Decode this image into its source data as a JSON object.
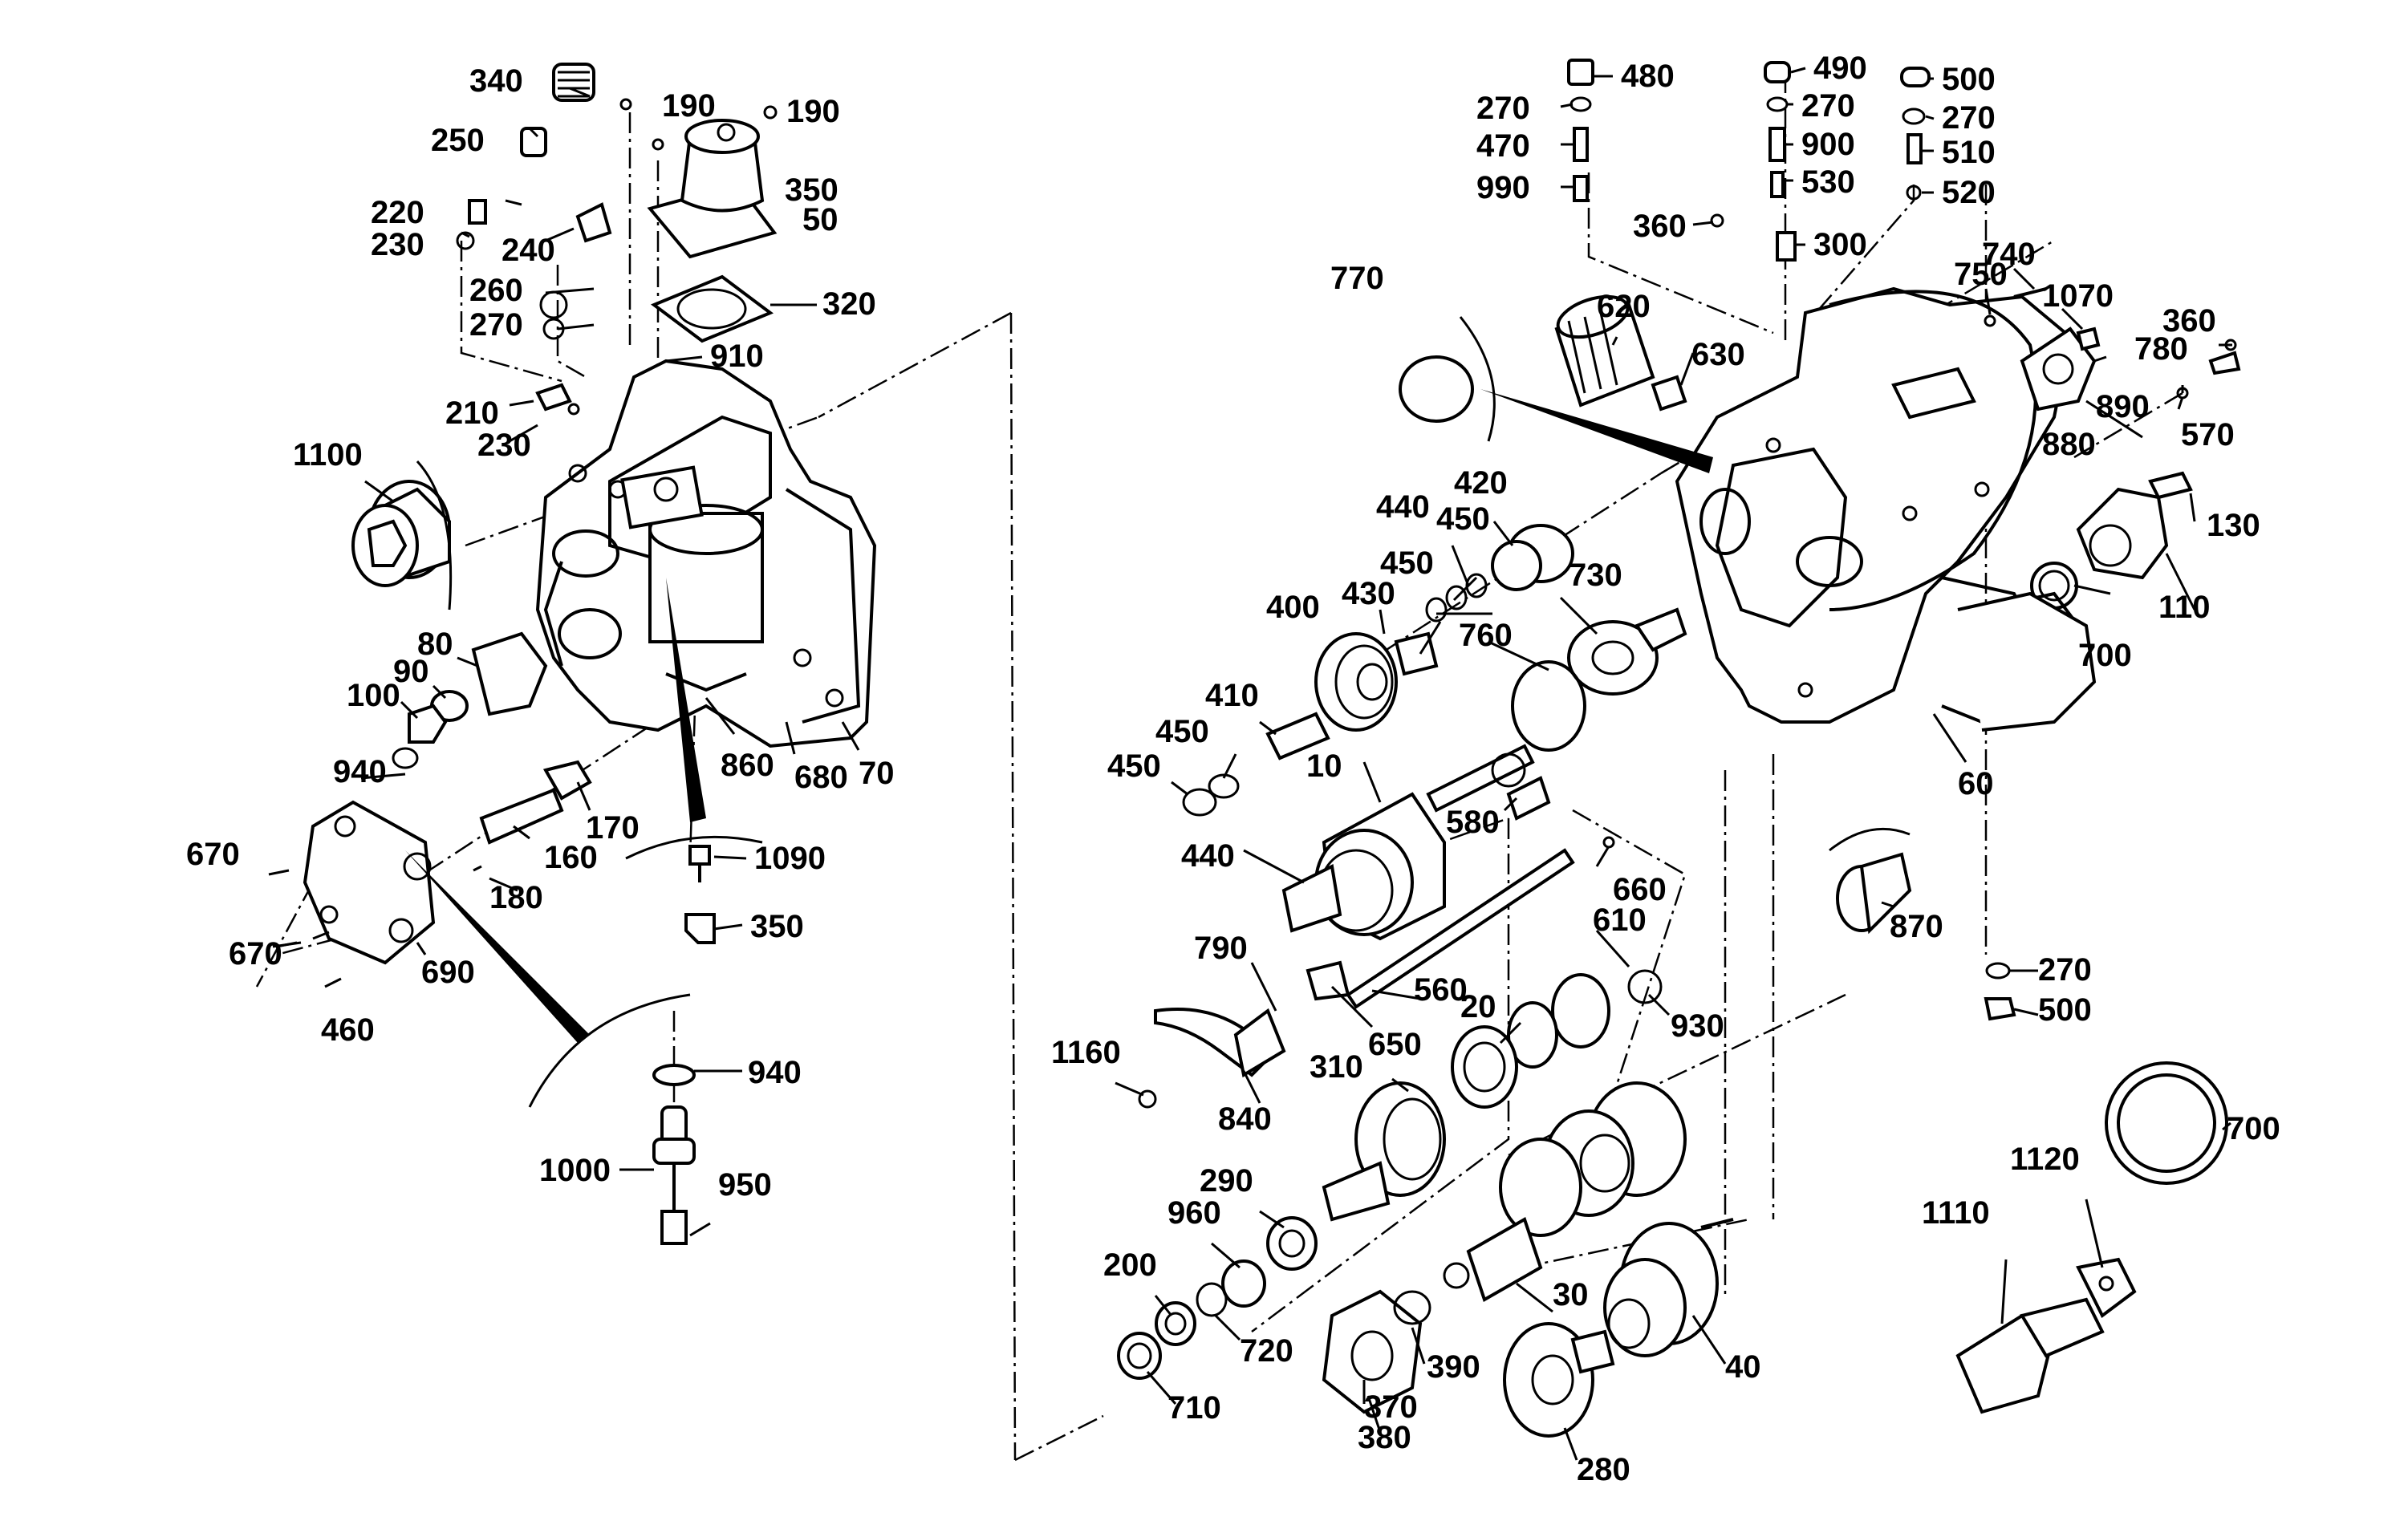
{
  "labels": {
    "l340": "340",
    "l190a": "190",
    "l190b": "190",
    "l250": "250",
    "l350a": "350",
    "l50": "50",
    "l220": "220",
    "l230a": "230",
    "l240": "240",
    "l260": "260",
    "l270a": "270",
    "l320": "320",
    "l910": "910",
    "l210": "210",
    "l230b": "230",
    "l1100": "1100",
    "l80": "80",
    "l90": "90",
    "l100": "100",
    "l860": "860",
    "l680": "680",
    "l70": "70",
    "l940a": "940",
    "l170": "170",
    "l160": "160",
    "l670a": "670",
    "l180": "180",
    "l670b": "670",
    "l690": "690",
    "l460": "460",
    "l1090": "1090",
    "l350b": "350",
    "l940b": "940",
    "l1000": "1000",
    "l950": "950",
    "l480": "480",
    "l270b": "270",
    "l470": "470",
    "l990": "990",
    "l490": "490",
    "l270c": "270",
    "l900": "900",
    "l530": "530",
    "l500a": "500",
    "l270d": "270",
    "l510": "510",
    "l520": "520",
    "l360a": "360",
    "l300": "300",
    "l770": "770",
    "l620": "620",
    "l630": "630",
    "l750": "750",
    "l740": "740",
    "l1070": "1070",
    "l360b": "360",
    "l780": "780",
    "l890": "890",
    "l880": "880",
    "l570": "570",
    "l420": "420",
    "l440a": "440",
    "l450a": "450",
    "l450b": "450",
    "l730": "730",
    "l130": "130",
    "l400": "400",
    "l430": "430",
    "l760": "760",
    "l110": "110",
    "l700a": "700",
    "l410": "410",
    "l450c": "450",
    "l450d": "450",
    "l10": "10",
    "l580": "580",
    "l60": "60",
    "l440b": "440",
    "l660": "660",
    "l870": "870",
    "l790": "790",
    "l610": "610",
    "l560": "560",
    "l270e": "270",
    "l500b": "500",
    "l20": "20",
    "l930": "930",
    "l650": "650",
    "l1160": "1160",
    "l310": "310",
    "l840": "840",
    "l700b": "700",
    "l1120": "1120",
    "l290": "290",
    "l960": "960",
    "l1110": "1110",
    "l200": "200",
    "l30": "30",
    "l720": "720",
    "l390": "390",
    "l40": "40",
    "l370": "370",
    "l710": "710",
    "l380": "380",
    "l280": "280"
  }
}
